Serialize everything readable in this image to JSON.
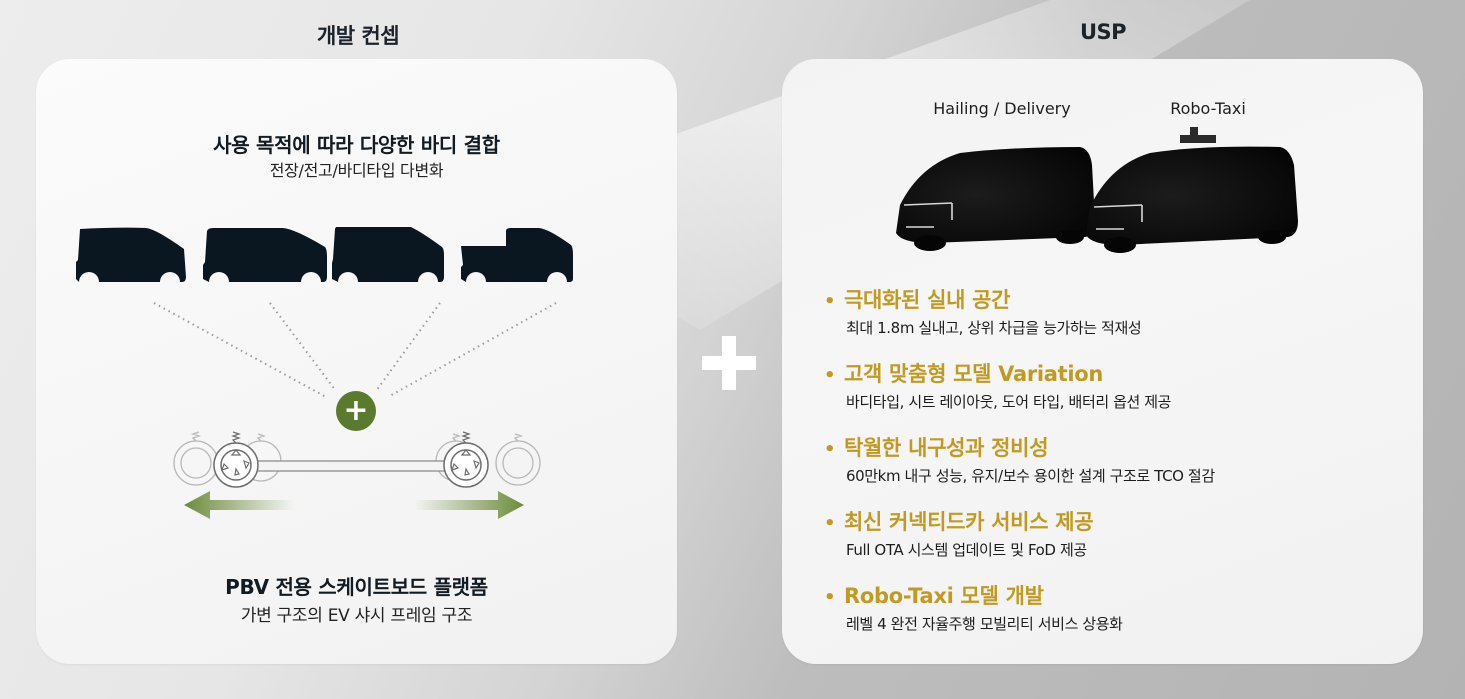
{
  "left_section": {
    "title": "개발 컨셉",
    "headline": "사용 목적에 따라 다양한 바디 결합",
    "subline": "전장/전고/바디타입 다변화",
    "body_types": [
      "short-body-van-icon",
      "long-body-van-icon",
      "high-roof-van-icon",
      "pickup-body-icon"
    ],
    "plus_symbol": "+",
    "platform_title": "PBV 전용 스케이트보드 플랫폼",
    "platform_desc": "가변 구조의  EV 샤시 프레임 구조",
    "accent_color": "#5a7a2e"
  },
  "connector": {
    "symbol": "+"
  },
  "right_section": {
    "title": "USP",
    "vehicles": [
      {
        "label": "Hailing / Delivery"
      },
      {
        "label": "Robo-Taxi"
      }
    ],
    "accent_color": "#c29a22",
    "usp_items": [
      {
        "bullet": "•",
        "title": "극대화된 실내 공간",
        "desc": "최대 1.8m 실내고, 상위 차급을 능가하는 적재성"
      },
      {
        "bullet": "•",
        "title": "고객 맞춤형 모델 Variation",
        "desc": "바디타입, 시트 레이아웃, 도어 타입, 배터리 옵션 제공"
      },
      {
        "bullet": "•",
        "title": "탁월한 내구성과 정비성",
        "desc": "60만km 내구 성능,  유지/보수 용이한 설계 구조로 TCO 절감"
      },
      {
        "bullet": "•",
        "title": "최신 커넥티드카 서비스 제공",
        "desc": "Full OTA 시스템 업데이트 및 FoD 제공"
      },
      {
        "bullet": "•",
        "title": "Robo-Taxi 모델 개발",
        "desc": "레벨 4 완전 자율주행 모빌리티 서비스 상용화"
      }
    ]
  }
}
